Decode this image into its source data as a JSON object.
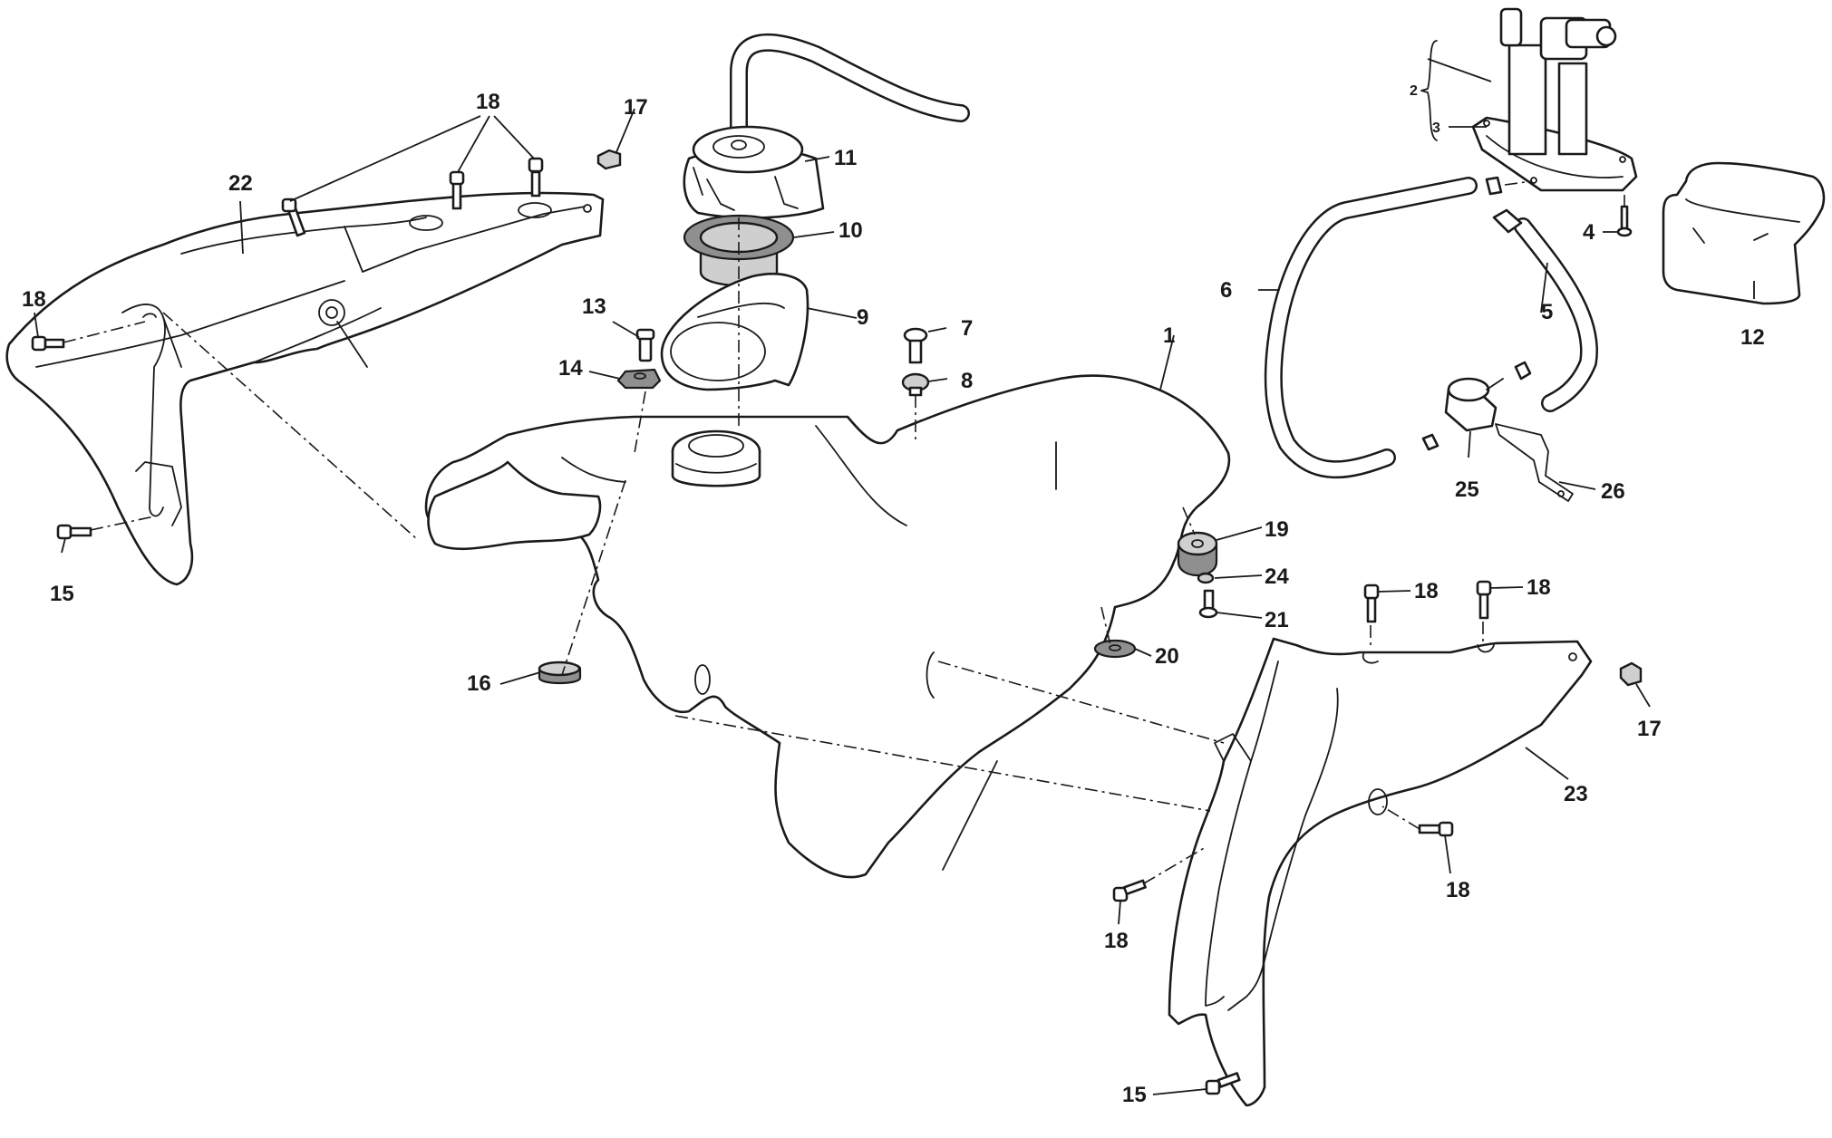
{
  "diagram": {
    "type": "exploded-parts",
    "line_color": "#1a1a1a",
    "background": "#ffffff",
    "callouts": {
      "c1": "1",
      "c2": "2",
      "c3": "3",
      "c4": "4",
      "c5": "5",
      "c6": "6",
      "c7": "7",
      "c8": "8",
      "c9": "9",
      "c10": "10",
      "c11": "11",
      "c12": "12",
      "c13": "13",
      "c14": "14",
      "c15a": "15",
      "c15b": "15",
      "c16": "16",
      "c17a": "17",
      "c17b": "17",
      "c18a": "18",
      "c18b": "18",
      "c18c": "18",
      "c18d": "18",
      "c18e": "18",
      "c18f": "18",
      "c19": "19",
      "c20": "20",
      "c21": "21",
      "c22": "22",
      "c23": "23",
      "c24": "24",
      "c25": "25",
      "c26": "26"
    }
  }
}
